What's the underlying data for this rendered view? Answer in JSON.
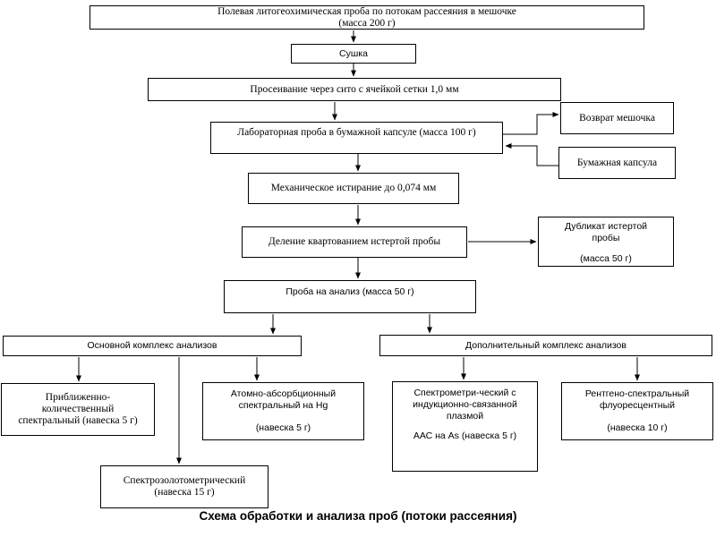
{
  "diagram": {
    "caption": "Схема обработки и анализа проб (потоки рассеяния)",
    "colors": {
      "line": "#000000",
      "background": "#ffffff",
      "text": "#000000"
    },
    "boxes": {
      "field_sample": {
        "lines": [
          "Полевая литогеохимическая  проба по потокам рассеяния в мешочке",
          "(масса 200 г)"
        ]
      },
      "drying": {
        "lines": [
          "Сушка"
        ]
      },
      "sieving": {
        "lines": [
          "Просеивание  через сито  с ячейкой сетки  1,0 мм"
        ]
      },
      "lab_sample": {
        "lines": [
          "Лабораторная проба в бумажной  капсуле (масса  100 г)"
        ]
      },
      "bag_return": {
        "lines": [
          "Возврат мешочка"
        ]
      },
      "paper_capsule": {
        "lines": [
          "Бумажная  капсула"
        ]
      },
      "grinding": {
        "lines": [
          "Механическое  истирание  до 0,074 мм"
        ]
      },
      "quartering": {
        "lines": [
          "Деление  квартованием истертой  пробы"
        ]
      },
      "duplicate": {
        "lines": [
          "Дубликат истертой",
          "пробы",
          "(масса 50 г)"
        ]
      },
      "analysis_sample": {
        "lines": [
          "Проба на анализ (масса 50 г)"
        ]
      },
      "main_complex": {
        "lines": [
          "Основной комплекс анализов"
        ]
      },
      "additional_complex": {
        "lines": [
          "Дополнительный комплекс анализов"
        ]
      },
      "approx_quantitative": {
        "lines": [
          "Приближенно-",
          "количественный",
          "спектральный  (навеска  5 г)"
        ]
      },
      "atomic_absorption": {
        "lines": [
          "Атомно-абсорбционный",
          "спектральный на Hg",
          "(навеска 5 г)"
        ]
      },
      "icp_spectrometric": {
        "lines": [
          "Спектрометри-ческий с",
          "индукционно-связанной",
          "плазмой",
          "ААС на As (навеска 5 г)"
        ]
      },
      "xray_fluorescent": {
        "lines": [
          "Рентгено-спектральный",
          "флуоресцентный",
          "(навеска 10 г)"
        ]
      },
      "spectro_gold": {
        "lines": [
          "Спектрозолотометрический",
          "(навеска  15 г)"
        ]
      }
    }
  }
}
